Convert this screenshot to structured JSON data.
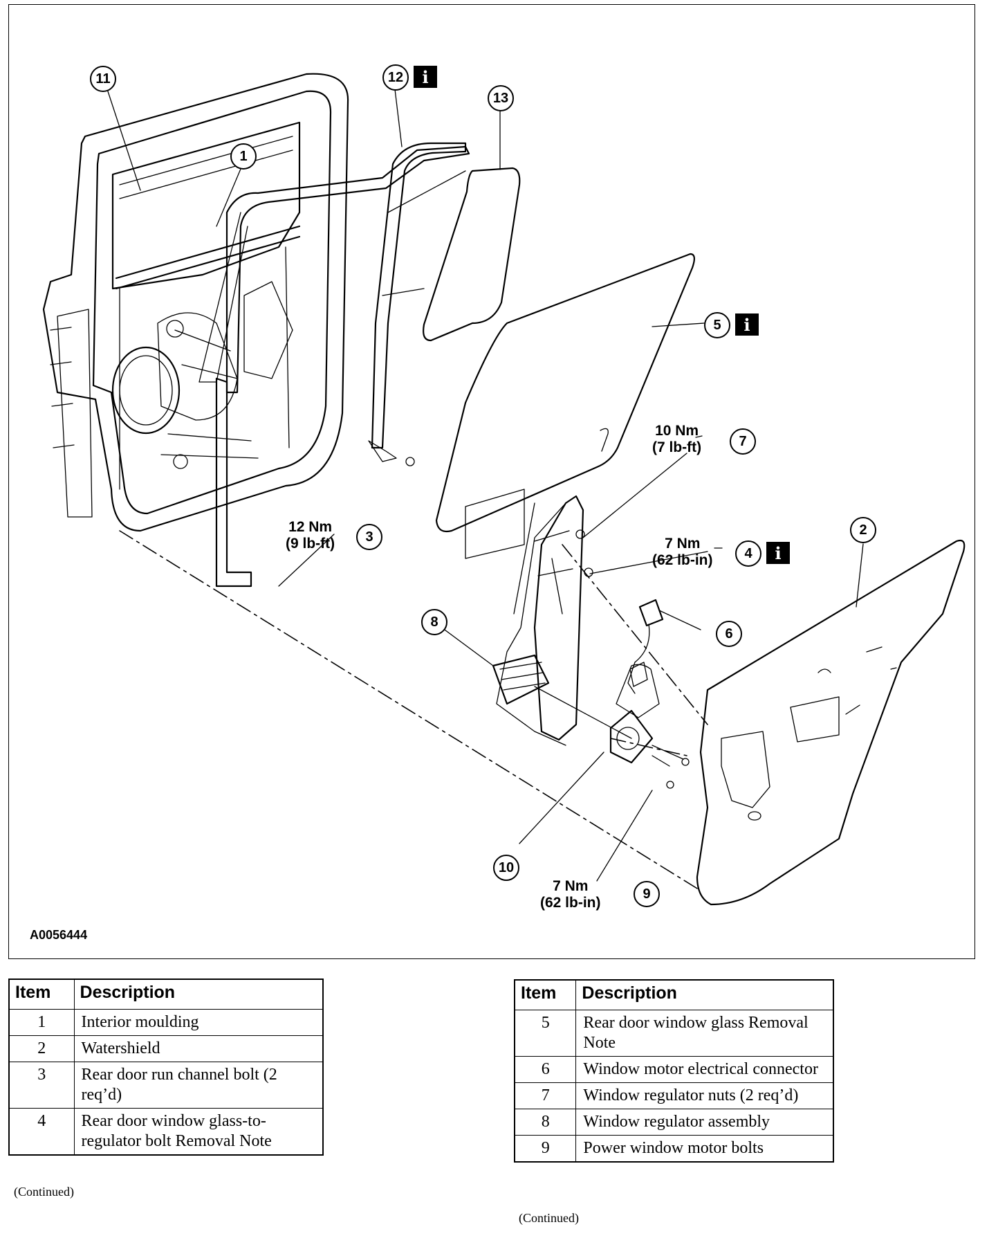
{
  "figure_id": "A0056444",
  "callouts": {
    "c1": "1",
    "c2": "2",
    "c3": "3",
    "c4": "4",
    "c5": "5",
    "c6": "6",
    "c7": "7",
    "c8": "8",
    "c9": "9",
    "c10": "10",
    "c11": "11",
    "c12": "12",
    "c13": "13"
  },
  "info_badge": "i",
  "torques": {
    "t3": {
      "metric": "12 Nm",
      "imperial": "(9 lb-ft)"
    },
    "t4": {
      "metric": "7 Nm",
      "imperial": "(62 lb-in)"
    },
    "t7": {
      "metric": "10 Nm",
      "imperial": "(7 lb-ft)"
    },
    "t9": {
      "metric": "7 Nm",
      "imperial": "(62 lb-in)"
    }
  },
  "legend": {
    "header_item": "Item",
    "header_description": "Description",
    "left_rows": [
      {
        "item": "1",
        "description": "Interior moulding"
      },
      {
        "item": "2",
        "description": "Watershield"
      },
      {
        "item": "3",
        "description": "Rear door run channel bolt (2 req’d)"
      },
      {
        "item": "4",
        "description": "Rear door window glass-to-regulator bolt Removal Note"
      }
    ],
    "right_rows": [
      {
        "item": "5",
        "description": "Rear door window glass Removal Note"
      },
      {
        "item": "6",
        "description": "Window motor electrical connector"
      },
      {
        "item": "7",
        "description": "Window regulator nuts (2 req’d)"
      },
      {
        "item": "8",
        "description": "Window regulator assembly"
      },
      {
        "item": "9",
        "description": "Power window motor bolts"
      }
    ],
    "continued_label": "(Continued)"
  }
}
